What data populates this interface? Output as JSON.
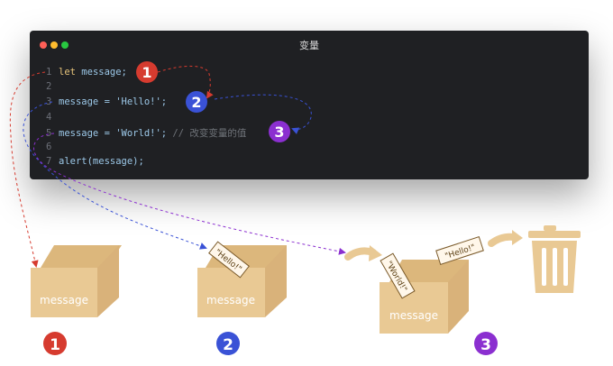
{
  "window": {
    "title": "变量",
    "code_lines": [
      {
        "num": "1",
        "parts": [
          {
            "t": "let ",
            "c": "kw"
          },
          {
            "t": "message;",
            "c": "str"
          }
        ]
      },
      {
        "num": "2",
        "parts": []
      },
      {
        "num": "3",
        "parts": [
          {
            "t": "message = 'Hello!';",
            "c": "str"
          }
        ]
      },
      {
        "num": "4",
        "parts": []
      },
      {
        "num": "5",
        "parts": [
          {
            "t": "message = 'World!';",
            "c": "str"
          },
          {
            "t": " // 改变变量的值",
            "c": "cm"
          }
        ]
      },
      {
        "num": "6",
        "parts": []
      },
      {
        "num": "7",
        "parts": [
          {
            "t": "alert(message);",
            "c": "str"
          }
        ]
      }
    ]
  },
  "steps": [
    "1",
    "2",
    "3"
  ],
  "boxes": {
    "label": "message",
    "hello": "\"Hello!\"",
    "world": "\"World!\""
  },
  "colors": {
    "step1": "#d63b2f",
    "step2": "#3a52d6",
    "step3": "#8b2fd0",
    "box": "#e9c994",
    "box_dark": "#dcb77c",
    "trash": "#e9c994"
  },
  "icons": [
    "trash-icon",
    "arrow-icon"
  ]
}
